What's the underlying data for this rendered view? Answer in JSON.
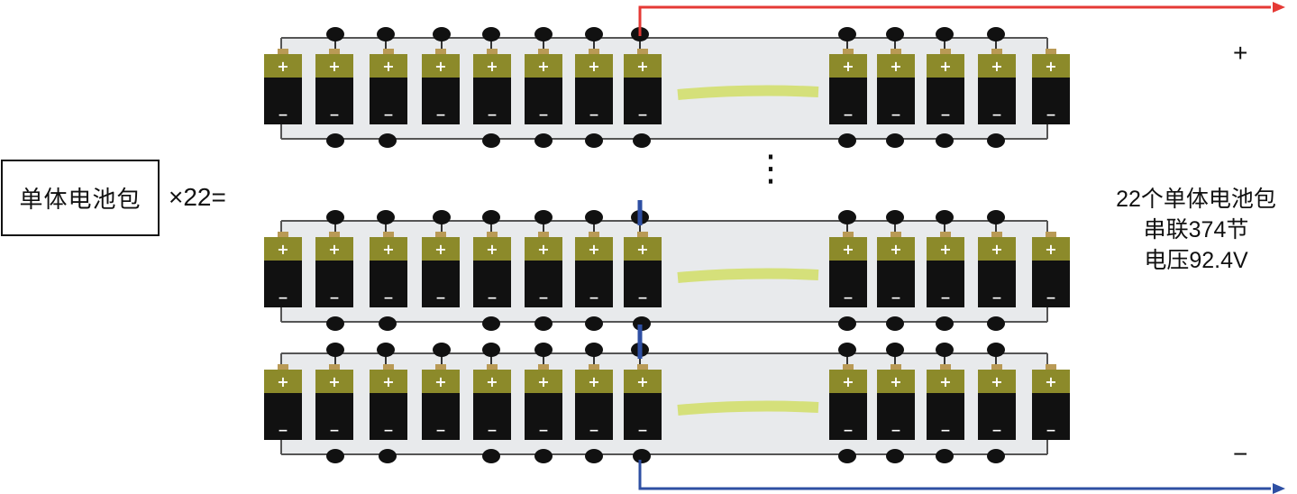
{
  "pack_label": "单体电池包",
  "multiplier": "×22=",
  "summary": {
    "line1": "22个单体电池包",
    "line2": "串联374节",
    "line3": "电压92.4V"
  },
  "terminals": {
    "positive": "+",
    "negative": "−"
  },
  "ellipsis": "⋮",
  "battery": {
    "plus_sign": "+",
    "minus_sign": "−"
  },
  "colors": {
    "positive_wire": "#e53935",
    "negative_wire": "#2e4fa3",
    "battery_top": "#8c8a2a",
    "battery_body": "#111111",
    "battery_cap": "#b99a55",
    "gap_dash": "#d5e07a",
    "strip": "#e8eaec"
  }
}
